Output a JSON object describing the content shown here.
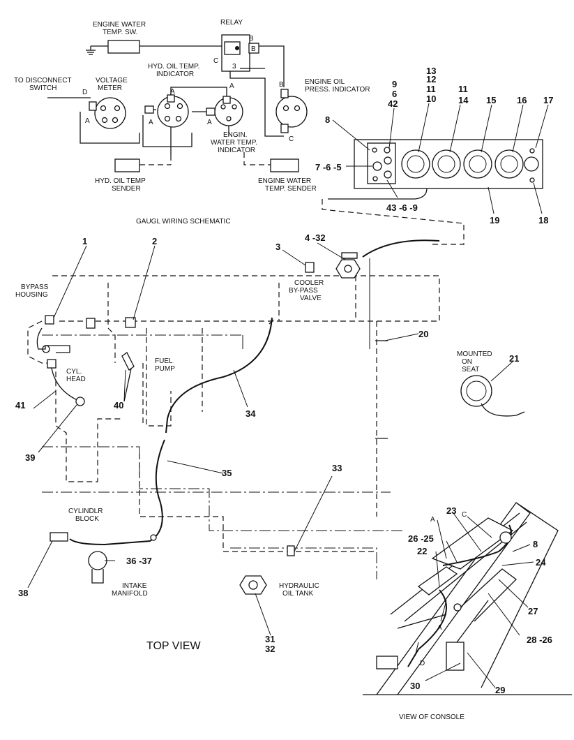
{
  "schematic": {
    "title": "GAUGL WIRING SCHEMATIC",
    "engine_water_temp_sw": "ENGINE WATER TEMP. SW.",
    "relay": "RELAY",
    "relay_terminal_b1": "B",
    "relay_terminal_b2": "B",
    "relay_terminal_c": "C",
    "relay_terminal_3": "3",
    "to_disconnect_switch": "TO DISCONNECT SWITCH",
    "voltage_meter": "VOLTAGE METER",
    "terminal_d": "D",
    "voltmeter_terminal_a": "A",
    "hyd_oil_temp_indicator": "HYD. OIL TEMP. INDICATOR",
    "hyd_terminal_a_left": "A",
    "hyd_terminal_a_top": "A",
    "water_terminal_a_left": "A",
    "water_terminal_a_top": "A",
    "engine_water_temp_indicator": "ENGIN. WATER TEMP. INDICATOR",
    "engine_oil_press_indicator": "ENGINE OIL PRESS. INDICATOR",
    "oil_terminal_b": "B",
    "oil_terminal_c": "C",
    "hyd_oil_temp_sender": "HYD. OIL TEMP. SENDER",
    "engine_water_temp_sender": "ENGINE WATER TEMP. SENDER"
  },
  "panel": {
    "callouts": {
      "c8": "8",
      "c9_6_42": "9\n6\n42",
      "c13_12_11_10": "13\n12\n11\n10",
      "c11_14": "11\n14",
      "c15": "15",
      "c16": "16",
      "c17": "17",
      "c7_6_5": "7 -6 -5",
      "c43_6_9": "43 -6 -9",
      "c19": "19",
      "c18": "18"
    }
  },
  "top_view": {
    "title": "TOP VIEW",
    "labels": {
      "bypass_housing": "BYPASS HOUSING",
      "cooler_bypass_valve": "COOLER BY-PASS VALVE",
      "fuel_pump": "FUEL PUMP",
      "cyl_head": "CYL. HEAD",
      "cylinder_block": "CYLINDLR BLOCK",
      "intake_manifold": "INTAKE MANIFOLD",
      "hydraulic_oil_tank": "HYDRAULIC OIL TANK",
      "mounted_on_seat": "MOUNTED ON SEAT"
    },
    "callouts": {
      "c1": "1",
      "c2": "2",
      "c3": "3",
      "c4_32": "4 -32",
      "c20": "20",
      "c21": "21",
      "c34": "34",
      "c35": "35",
      "c33": "33",
      "c41": "41",
      "c40": "40",
      "c39": "39",
      "c38": "38",
      "c36_37": "36 -37",
      "c31_32": "31\n32"
    }
  },
  "console_view": {
    "title": "VIEW OF CONSOLE",
    "letters": {
      "a1": "A",
      "c": "C",
      "a2": "A",
      "d": "D"
    },
    "callouts": {
      "c23": "23",
      "c26_25": "26 -25",
      "c22": "22",
      "c8": "8",
      "c24": "24",
      "c27": "27",
      "c28_26": "28 -26",
      "c30": "30",
      "c29": "29"
    }
  }
}
